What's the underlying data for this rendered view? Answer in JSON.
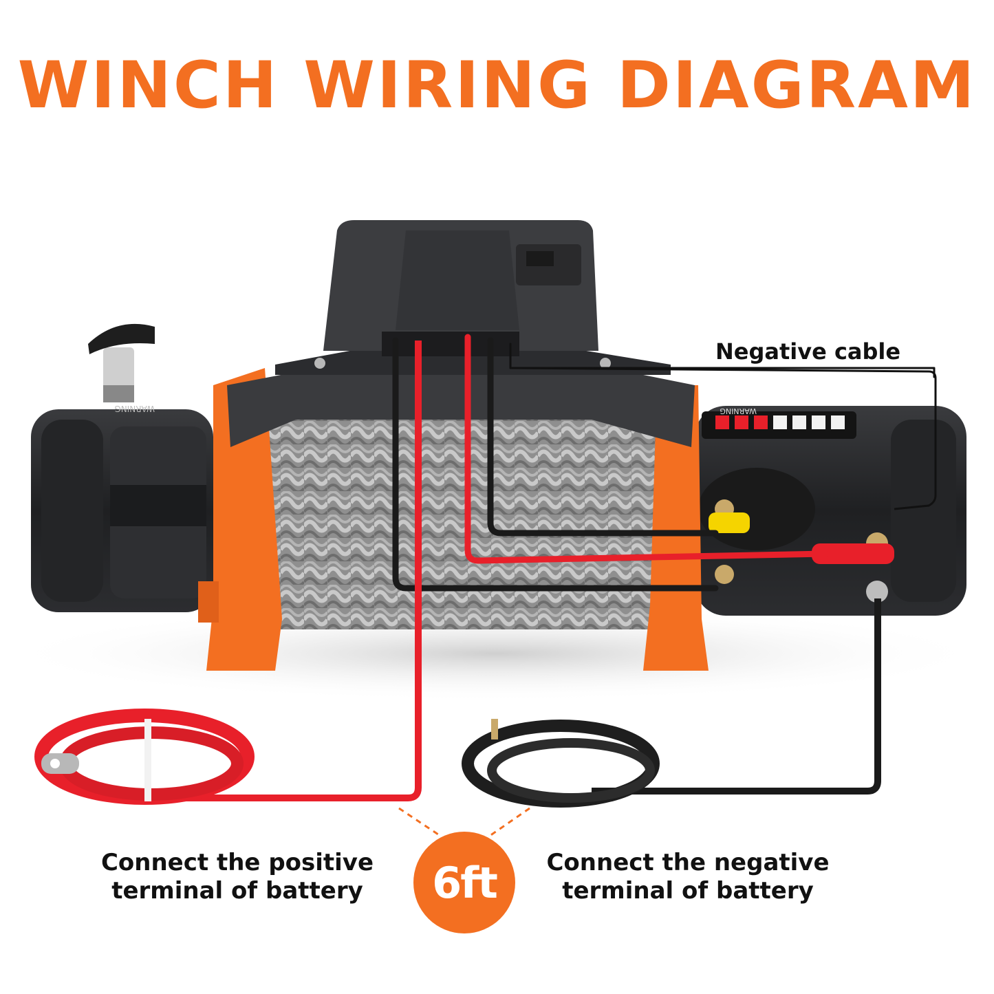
{
  "title": "WINCH WIRING DIAGRAM",
  "labels": {
    "negative_cable": "Negative cable",
    "positive_terminal": "Connect the positive terminal of battery",
    "negative_terminal": "Connect the negative terminal of battery",
    "length_badge": "6ft"
  },
  "decals": {
    "warning_left": "WARNING",
    "warning_right": "WARNING"
  },
  "colors": {
    "accent": "#f36f21",
    "positive_wire": "#e8202a",
    "negative_wire": "#1a1a1a",
    "winch_body": "#2a2b2d",
    "rope": "#9a9a9a"
  }
}
